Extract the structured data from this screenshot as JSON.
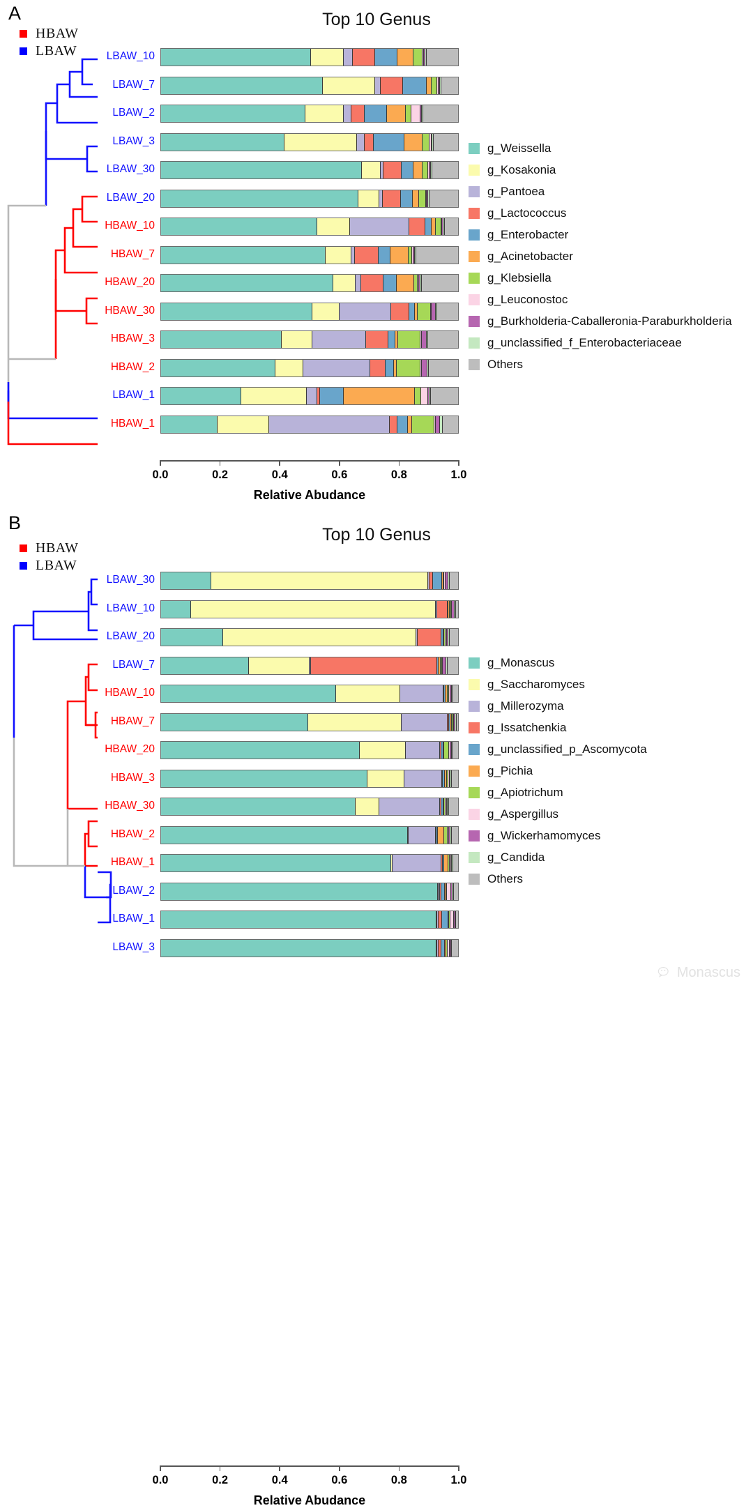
{
  "figure": {
    "axis_title": "Relative Abudance",
    "tick_labels": [
      "0.0",
      "0.2",
      "0.4",
      "0.6",
      "0.8",
      "1.0"
    ],
    "axis_range": [
      0,
      1
    ]
  },
  "panelA": {
    "letter": "A",
    "title": "Top 10 Genus",
    "group_legend": [
      {
        "label": "HBAW",
        "color": "#ff0000"
      },
      {
        "label": "LBAW",
        "color": "#0000ff"
      }
    ],
    "samples": [
      {
        "name": "LBAW_10",
        "group": "LBAW"
      },
      {
        "name": "LBAW_7",
        "group": "LBAW"
      },
      {
        "name": "LBAW_2",
        "group": "LBAW"
      },
      {
        "name": "LBAW_3",
        "group": "LBAW"
      },
      {
        "name": "LBAW_30",
        "group": "LBAW"
      },
      {
        "name": "LBAW_20",
        "group": "LBAW"
      },
      {
        "name": "HBAW_10",
        "group": "HBAW"
      },
      {
        "name": "HBAW_7",
        "group": "HBAW"
      },
      {
        "name": "HBAW_20",
        "group": "HBAW"
      },
      {
        "name": "HBAW_30",
        "group": "HBAW"
      },
      {
        "name": "HBAW_3",
        "group": "HBAW"
      },
      {
        "name": "HBAW_2",
        "group": "HBAW"
      },
      {
        "name": "LBAW_1",
        "group": "LBAW"
      },
      {
        "name": "HBAW_1",
        "group": "HBAW"
      }
    ],
    "taxa_legend": [
      {
        "label": "g_Weissella",
        "color": "#7ccec0"
      },
      {
        "label": "g_Kosakonia",
        "color": "#fbfbad"
      },
      {
        "label": "g_Pantoea",
        "color": "#b8b3d9"
      },
      {
        "label": "g_Lactococcus",
        "color": "#f77665"
      },
      {
        "label": "g_Enterobacter",
        "color": "#69a5cb"
      },
      {
        "label": "g_Acinetobacter",
        "color": "#fbaa51"
      },
      {
        "label": "g_Klebsiella",
        "color": "#a6d857"
      },
      {
        "label": "g_Leuconostoc",
        "color": "#fbd4e5"
      },
      {
        "label": "g_Burkholderia-Caballeronia-Paraburkholderia",
        "color": "#b666b0"
      },
      {
        "label": "g_unclassified_f_Enterobacteriaceae",
        "color": "#c4e8c0"
      },
      {
        "label": "Others",
        "color": "#bdbdbd"
      }
    ],
    "chart_data": {
      "type": "bar",
      "orientation": "horizontal",
      "stacked": true,
      "normalized": true,
      "title": "Top 10 Genus",
      "xlabel": "Relative Abudance",
      "ylabel": "",
      "xlim": [
        0,
        1
      ],
      "xticks": [
        0.0,
        0.2,
        0.4,
        0.6,
        0.8,
        1.0
      ],
      "grid": false,
      "legend_position": "right",
      "categories": [
        "LBAW_10",
        "LBAW_7",
        "LBAW_2",
        "LBAW_3",
        "LBAW_30",
        "LBAW_20",
        "HBAW_10",
        "HBAW_7",
        "HBAW_20",
        "HBAW_30",
        "HBAW_3",
        "HBAW_2",
        "LBAW_1",
        "HBAW_1"
      ],
      "series": [
        {
          "name": "g_Weissella",
          "values": [
            0.505,
            0.545,
            0.485,
            0.415,
            0.675,
            0.665,
            0.525,
            0.555,
            0.58,
            0.51,
            0.405,
            0.385,
            0.27,
            0.19
          ]
        },
        {
          "name": "g_Kosakonia",
          "values": [
            0.11,
            0.175,
            0.13,
            0.245,
            0.065,
            0.07,
            0.11,
            0.085,
            0.075,
            0.09,
            0.105,
            0.095,
            0.22,
            0.175
          ]
        },
        {
          "name": "g_Pantoea",
          "values": [
            0.03,
            0.02,
            0.025,
            0.025,
            0.01,
            0.012,
            0.2,
            0.013,
            0.018,
            0.175,
            0.18,
            0.225,
            0.035,
            0.405
          ]
        },
        {
          "name": "g_Lactococcus",
          "values": [
            0.075,
            0.075,
            0.045,
            0.03,
            0.06,
            0.06,
            0.055,
            0.08,
            0.075,
            0.06,
            0.075,
            0.05,
            0.01,
            0.025
          ]
        },
        {
          "name": "g_Enterobacter",
          "values": [
            0.075,
            0.08,
            0.075,
            0.105,
            0.04,
            0.04,
            0.02,
            0.04,
            0.045,
            0.02,
            0.025,
            0.03,
            0.08,
            0.035
          ]
        },
        {
          "name": "g_Acinetobacter",
          "values": [
            0.055,
            0.015,
            0.065,
            0.06,
            0.03,
            0.022,
            0.015,
            0.06,
            0.06,
            0.008,
            0.008,
            0.008,
            0.24,
            0.015
          ]
        },
        {
          "name": "g_Klebsiella",
          "values": [
            0.03,
            0.02,
            0.018,
            0.025,
            0.02,
            0.022,
            0.018,
            0.012,
            0.012,
            0.045,
            0.075,
            0.08,
            0.02,
            0.075
          ]
        },
        {
          "name": "g_Leuconostoc",
          "values": [
            0.005,
            0.005,
            0.03,
            0.005,
            0.005,
            0.004,
            0.004,
            0.005,
            0.004,
            0.004,
            0.004,
            0.004,
            0.025,
            0.004
          ]
        },
        {
          "name": "g_Burkholderia-Caballeronia-Paraburkholderia",
          "values": [
            0.004,
            0.004,
            0.004,
            0.004,
            0.004,
            0.004,
            0.004,
            0.004,
            0.004,
            0.012,
            0.018,
            0.02,
            0.004,
            0.015
          ]
        },
        {
          "name": "g_unclassified_f_Enterobacteriaceae",
          "values": [
            0.005,
            0.005,
            0.005,
            0.005,
            0.005,
            0.005,
            0.005,
            0.005,
            0.005,
            0.005,
            0.005,
            0.005,
            0.005,
            0.01
          ]
        },
        {
          "name": "Others",
          "values": [
            0.106,
            0.056,
            0.118,
            0.081,
            0.086,
            0.096,
            0.044,
            0.141,
            0.122,
            0.071,
            0.1,
            0.098,
            0.091,
            0.051
          ]
        }
      ]
    }
  },
  "panelB": {
    "letter": "B",
    "title": "Top 10 Genus",
    "group_legend": [
      {
        "label": "HBAW",
        "color": "#ff0000"
      },
      {
        "label": "LBAW",
        "color": "#0000ff"
      }
    ],
    "samples": [
      {
        "name": "LBAW_30",
        "group": "LBAW"
      },
      {
        "name": "LBAW_10",
        "group": "LBAW"
      },
      {
        "name": "LBAW_20",
        "group": "LBAW"
      },
      {
        "name": "LBAW_7",
        "group": "LBAW"
      },
      {
        "name": "HBAW_10",
        "group": "HBAW"
      },
      {
        "name": "HBAW_7",
        "group": "HBAW"
      },
      {
        "name": "HBAW_20",
        "group": "HBAW"
      },
      {
        "name": "HBAW_3",
        "group": "HBAW"
      },
      {
        "name": "HBAW_30",
        "group": "HBAW"
      },
      {
        "name": "HBAW_2",
        "group": "HBAW"
      },
      {
        "name": "HBAW_1",
        "group": "HBAW"
      },
      {
        "name": "LBAW_2",
        "group": "LBAW"
      },
      {
        "name": "LBAW_1",
        "group": "LBAW"
      },
      {
        "name": "LBAW_3",
        "group": "LBAW"
      }
    ],
    "taxa_legend": [
      {
        "label": "g_Monascus",
        "color": "#7ccec0"
      },
      {
        "label": "g_Saccharomyces",
        "color": "#fbfbad"
      },
      {
        "label": "g_Millerozyma",
        "color": "#b8b3d9"
      },
      {
        "label": "g_Issatchenkia",
        "color": "#f77665"
      },
      {
        "label": "g_unclassified_p_Ascomycota",
        "color": "#69a5cb"
      },
      {
        "label": "g_Pichia",
        "color": "#fbaa51"
      },
      {
        "label": "g_Apiotrichum",
        "color": "#a6d857"
      },
      {
        "label": "g_Aspergillus",
        "color": "#fbd4e5"
      },
      {
        "label": "g_Wickerhamomyces",
        "color": "#b666b0"
      },
      {
        "label": "g_Candida",
        "color": "#c4e8c0"
      },
      {
        "label": "Others",
        "color": "#bdbdbd"
      }
    ],
    "chart_data": {
      "type": "bar",
      "orientation": "horizontal",
      "stacked": true,
      "normalized": true,
      "title": "Top 10 Genus",
      "xlabel": "Relative Abudance",
      "ylabel": "",
      "xlim": [
        0,
        1
      ],
      "xticks": [
        0.0,
        0.2,
        0.4,
        0.6,
        0.8,
        1.0
      ],
      "grid": false,
      "legend_position": "right",
      "categories": [
        "LBAW_30",
        "LBAW_10",
        "LBAW_20",
        "LBAW_7",
        "HBAW_10",
        "HBAW_7",
        "HBAW_20",
        "HBAW_3",
        "HBAW_30",
        "HBAW_2",
        "HBAW_1",
        "LBAW_2",
        "LBAW_1",
        "LBAW_3"
      ],
      "series": [
        {
          "name": "g_Monascus",
          "values": [
            0.17,
            0.1,
            0.21,
            0.295,
            0.59,
            0.495,
            0.67,
            0.695,
            0.655,
            0.83,
            0.775,
            0.935,
            0.93,
            0.93
          ]
        },
        {
          "name": "g_Saccharomyces",
          "values": [
            0.73,
            0.825,
            0.65,
            0.205,
            0.215,
            0.315,
            0.155,
            0.125,
            0.08,
            0.004,
            0.004,
            0.004,
            0.004,
            0.004
          ]
        },
        {
          "name": "g_Millerozyma",
          "values": [
            0.004,
            0.004,
            0.004,
            0.004,
            0.145,
            0.155,
            0.115,
            0.125,
            0.205,
            0.09,
            0.165,
            0.004,
            0.004,
            0.004
          ]
        },
        {
          "name": "g_Issatchenkia",
          "values": [
            0.012,
            0.035,
            0.08,
            0.425,
            0.004,
            0.004,
            0.004,
            0.004,
            0.004,
            0.004,
            0.004,
            0.004,
            0.012,
            0.01
          ]
        },
        {
          "name": "g_unclassified_p_Ascomycota",
          "values": [
            0.03,
            0.004,
            0.006,
            0.006,
            0.004,
            0.006,
            0.006,
            0.006,
            0.006,
            0.004,
            0.004,
            0.012,
            0.02,
            0.012
          ]
        },
        {
          "name": "g_Pichia",
          "values": [
            0.004,
            0.004,
            0.004,
            0.006,
            0.008,
            0.004,
            0.004,
            0.008,
            0.004,
            0.02,
            0.016,
            0.004,
            0.004,
            0.004
          ]
        },
        {
          "name": "g_Apiotrichum",
          "values": [
            0.004,
            0.004,
            0.004,
            0.004,
            0.004,
            0.004,
            0.016,
            0.004,
            0.004,
            0.014,
            0.004,
            0.004,
            0.004,
            0.004
          ]
        },
        {
          "name": "g_Aspergillus",
          "values": [
            0.004,
            0.004,
            0.004,
            0.004,
            0.004,
            0.004,
            0.004,
            0.004,
            0.004,
            0.004,
            0.004,
            0.014,
            0.012,
            0.008
          ]
        },
        {
          "name": "g_Wickerhamomyces",
          "values": [
            0.01,
            0.008,
            0.006,
            0.012,
            0.004,
            0.004,
            0.004,
            0.004,
            0.004,
            0.004,
            0.004,
            0.004,
            0.004,
            0.004
          ]
        },
        {
          "name": "g_Candida",
          "values": [
            0.004,
            0.004,
            0.004,
            0.004,
            0.004,
            0.004,
            0.004,
            0.004,
            0.004,
            0.006,
            0.004,
            0.004,
            0.004,
            0.004
          ]
        },
        {
          "name": "Others",
          "values": [
            0.028,
            0.008,
            0.028,
            0.035,
            0.018,
            0.005,
            0.018,
            0.021,
            0.03,
            0.02,
            0.016,
            0.015,
            0.006,
            0.02
          ]
        }
      ]
    }
  },
  "watermark": {
    "text": "Monascus"
  }
}
